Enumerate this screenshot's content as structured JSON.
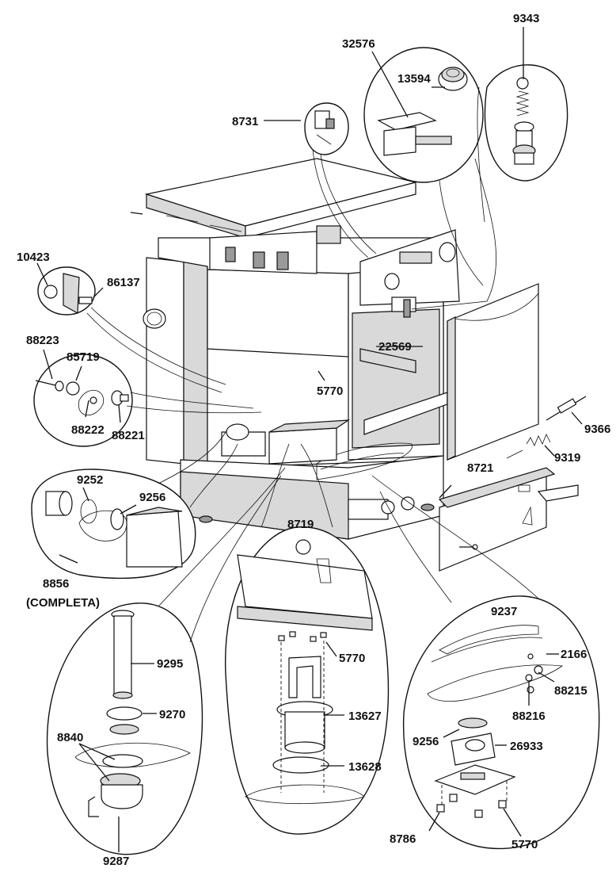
{
  "labels": {
    "p9343": "9343",
    "p32576": "32576",
    "p13594": "13594",
    "p8731": "8731",
    "p10423": "10423",
    "p86137": "86137",
    "p88223": "88223",
    "p85719": "85719",
    "p88222": "88222",
    "p88221": "88221",
    "p22569": "22569",
    "p5770_top": "5770",
    "p9366": "9366",
    "p9319": "9319",
    "p8721": "8721",
    "p9252": "9252",
    "p9256_left": "9256",
    "p8856": "8856",
    "p8856_note": "(COMPLETA)",
    "p8719": "8719",
    "p5770_mid": "5770",
    "p13627": "13627",
    "p13628": "13628",
    "p9295": "9295",
    "p9270": "9270",
    "p8840": "8840",
    "p9287": "9287",
    "p9237": "9237",
    "p2166": "2166",
    "p88215": "88215",
    "p88216": "88216",
    "p9256_right": "9256",
    "p26933": "26933",
    "p8786": "8786",
    "p5770_bottom": "5770"
  }
}
